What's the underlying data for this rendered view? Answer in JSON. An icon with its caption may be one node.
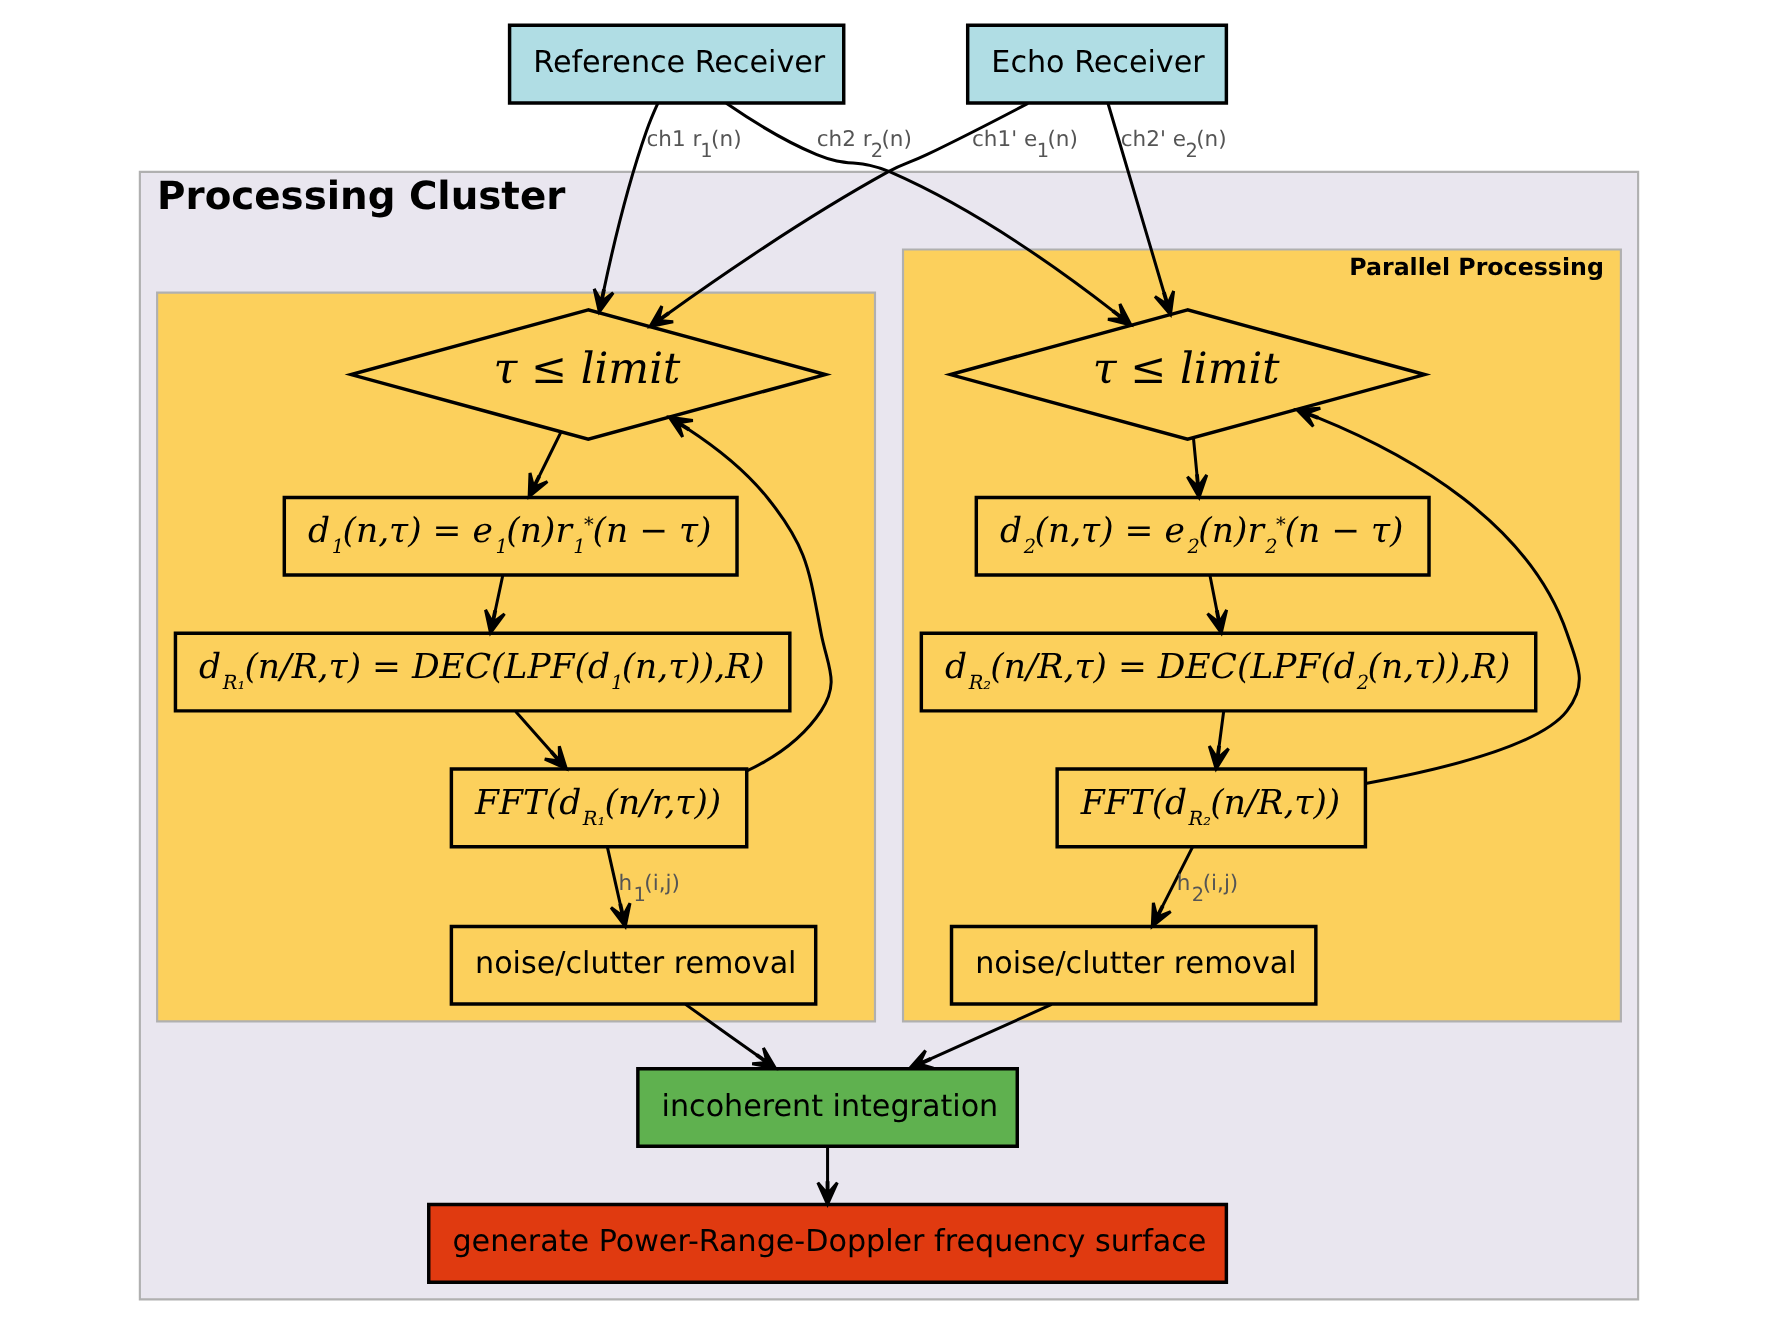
{
  "diagram": {
    "nodes": [
      {
        "text": [
          "Reference Receiver"
        ]
      },
      {
        "text": [
          "Echo Receiver"
        ]
      },
      {
        "text": [
          "Processing Cluster"
        ]
      },
      {
        "text": [],
        "shape": "box",
        "in": 2
      },
      {
        "text": [
          "τ ≤ limit"
        ],
        "in": 3
      },
      {
        "text": [
          "d$_{1}$(n,τ) = e$_{1}$(n)r$_{1}$$^{*}$(n − τ)"
        ],
        "in": 3
      },
      {
        "text": [
          "d$_{R₁}$(n/R,τ) = DEC(LPF(d$_{1}$(n,τ)),R)"
        ],
        "in": 3
      },
      {
        "text": [
          "FFT(d$_{R₁}$(n/r,τ))"
        ],
        "in": 3
      },
      {
        "text": [
          "noise/clutter removal"
        ],
        "in": 3
      },
      {
        "text": [
          "Parallel Processing"
        ],
        "in": 2
      },
      {
        "text": [
          "τ ≤ limit"
        ],
        "in": 9
      },
      {
        "text": [
          "d$_{2}$(n,τ) = e$_{2}$(n)r$_{2}$$^{*}$(n − τ)"
        ],
        "in": 9
      },
      {
        "text": [
          "d$_{R₂}$(n/R,τ) = DEC(LPF(d$_{2}$(n,τ)),R)"
        ],
        "in": 9
      },
      {
        "text": [
          "FFT(d$_{R₂}$(n/R,τ))"
        ],
        "in": 9
      },
      {
        "text": [
          "noise/clutter removal"
        ],
        "in": 9
      },
      {
        "text": [
          "incoherent integration"
        ],
        "in": 2
      },
      {
        "text": [
          "generate Power-Range-Doppler frequency surface"
        ],
        "in": 2
      }
    ],
    "edges": [
      {
        "from": 0,
        "to": 4,
        "arrow": "to",
        "label": "ch1 r$_{1}$(n)"
      },
      {
        "from": 0,
        "to": 10,
        "arrow": "to",
        "label": "ch2 r$_{2}$(n)"
      },
      {
        "from": 1,
        "to": 4,
        "arrow": "to",
        "label": "ch1' e$_{1}$(n)"
      },
      {
        "from": 1,
        "to": 10,
        "arrow": "to",
        "label": "ch2' e$_{2}$(n)"
      },
      {
        "from": 4,
        "to": 5,
        "arrow": "to"
      },
      {
        "from": 5,
        "to": 6,
        "arrow": "to"
      },
      {
        "from": 6,
        "to": 7,
        "arrow": "to"
      },
      {
        "from": 7,
        "to": 8,
        "arrow": "to",
        "label": "h$_{1}$(i,j)"
      },
      {
        "from": 7,
        "to": 4,
        "arrow": "to"
      },
      {
        "from": 10,
        "to": 11,
        "arrow": "to"
      },
      {
        "from": 11,
        "to": 12,
        "arrow": "to"
      },
      {
        "from": 12,
        "to": 13,
        "arrow": "to"
      },
      {
        "from": 13,
        "to": 14,
        "arrow": "to",
        "label": "h$_{2}$(i,j)"
      },
      {
        "from": 13,
        "to": 10,
        "arrow": "to"
      },
      {
        "from": 8,
        "to": 15,
        "arrow": "to"
      },
      {
        "from": 14,
        "to": 15,
        "arrow": "to"
      },
      {
        "from": 15,
        "to": 16,
        "arrow": "to"
      }
    ]
  }
}
